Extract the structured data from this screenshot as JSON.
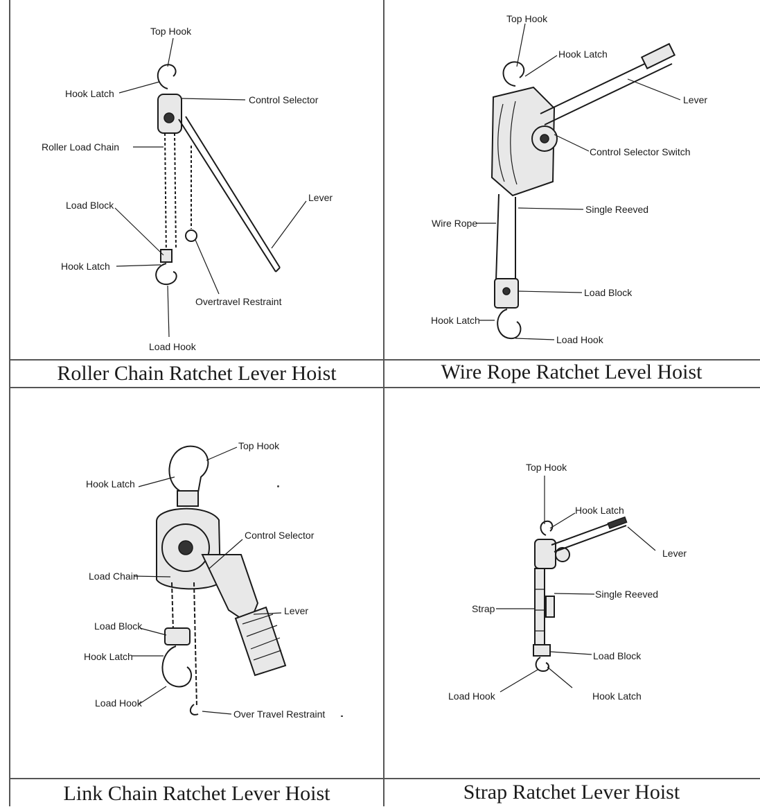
{
  "panels": [
    {
      "caption": "Roller Chain Ratchet Lever Hoist",
      "labels": {
        "top_hook": "Top Hook",
        "hook_latch_top": "Hook Latch",
        "control_selector": "Control Selector",
        "roller_load_chain": "Roller Load Chain",
        "load_block": "Load Block",
        "lever": "Lever",
        "hook_latch_bottom": "Hook Latch",
        "overtravel_restraint": "Overtravel Restraint",
        "load_hook": "Load Hook"
      }
    },
    {
      "caption": "Wire Rope Ratchet Level Hoist",
      "labels": {
        "top_hook": "Top Hook",
        "hook_latch_top": "Hook Latch",
        "lever": "Lever",
        "control_selector_switch": "Control Selector Switch",
        "single_reeved": "Single Reeved",
        "wire_rope": "Wire Rope",
        "load_block": "Load Block",
        "hook_latch_bottom": "Hook Latch",
        "load_hook": "Load Hook"
      }
    },
    {
      "caption": "Link Chain Ratchet Lever Hoist",
      "labels": {
        "top_hook": "Top Hook",
        "hook_latch_top": "Hook Latch",
        "control_selector": "Control Selector",
        "load_chain": "Load Chain",
        "lever": "Lever",
        "load_block": "Load Block",
        "hook_latch_bottom": "Hook Latch",
        "load_hook": "Load Hook",
        "over_travel_restraint": "Over Travel Restraint"
      }
    },
    {
      "caption": "Strap Ratchet Lever Hoist",
      "labels": {
        "top_hook": "Top Hook",
        "hook_latch_top": "Hook Latch",
        "lever": "Lever",
        "single_reeved": "Single Reeved",
        "strap": "Strap",
        "load_block": "Load Block",
        "load_hook": "Load Hook",
        "hook_latch_bottom": "Hook Latch"
      }
    }
  ]
}
